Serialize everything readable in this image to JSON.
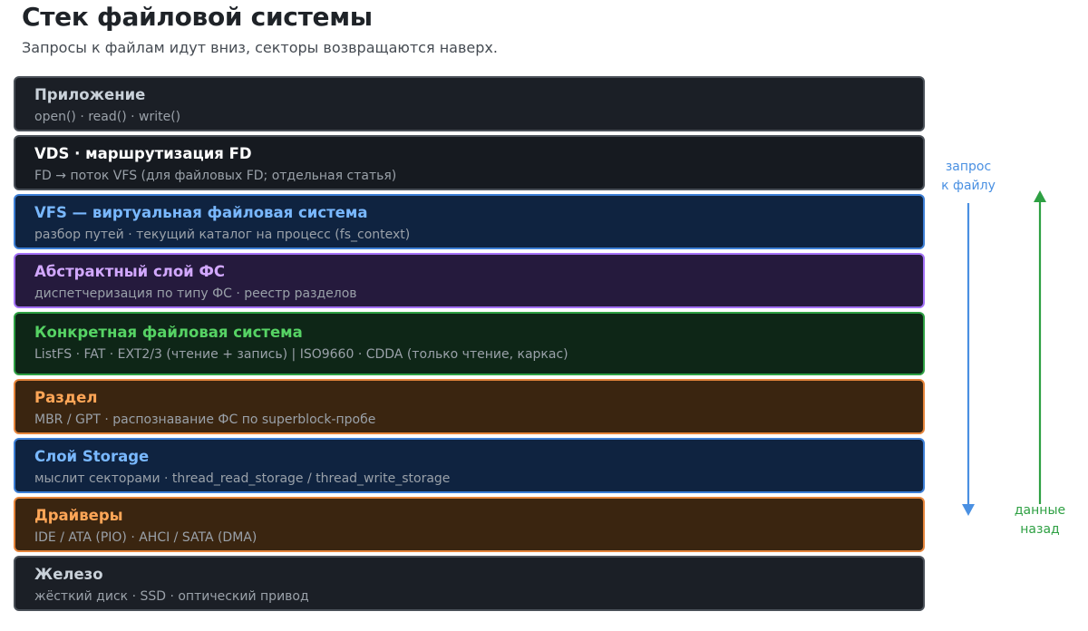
{
  "header": {
    "title": "Стек файловой системы",
    "subtitle": "Запросы к файлам идут вниз, секторы возвращаются наверх."
  },
  "layers": [
    {
      "title": "Приложение",
      "desc": "open() · read() · write()",
      "title_color": "#c9d1d9",
      "bg": "#1b1f26",
      "border": "#4a5058"
    },
    {
      "title": "VDS · маршрутизация FD",
      "desc": "FD → поток VFS (для файловых FD; отдельная статья)",
      "title_color": "#ffffff",
      "bg": "#161a20",
      "border": "#4a5058"
    },
    {
      "title": "VFS — виртуальная файловая система",
      "desc": "разбор путей · текущий каталог на процесс (fs_context)",
      "title_color": "#79b8ff",
      "bg": "#0f2340",
      "border": "#3d7fd6"
    },
    {
      "title": "Абстрактный слой ФС",
      "desc": "диспетчеризация по типу ФС · реестр разделов",
      "title_color": "#d2a8ff",
      "bg": "#251a3d",
      "border": "#a371f7"
    },
    {
      "title": "Конкретная файловая система",
      "desc": "ListFS · FAT · EXT2/3 (чтение + запись) | ISO9660 · CDDA (только чтение, каркас)",
      "title_color": "#56d364",
      "bg": "#0e2617",
      "border": "#2ea043",
      "tall": true
    },
    {
      "title": "Раздел",
      "desc": "MBR / GPT · распознавание ФС по superblock-пробе",
      "title_color": "#ffa657",
      "bg": "#3a2510",
      "border": "#e5843a"
    },
    {
      "title": "Слой Storage",
      "desc": "мыслит секторами · thread_read_storage / thread_write_storage",
      "title_color": "#79b8ff",
      "bg": "#0f2340",
      "border": "#3d7fd6"
    },
    {
      "title": "Драйверы",
      "desc": "IDE / ATA (PIO) · AHCI / SATA (DMA)",
      "title_color": "#ffa657",
      "bg": "#3a2510",
      "border": "#e5843a"
    },
    {
      "title": "Железо",
      "desc": "жёсткий диск · SSD · оптический привод",
      "title_color": "#c9d1d9",
      "bg": "#1b1f26",
      "border": "#4a5058"
    }
  ],
  "flow": {
    "request_label_line1": "запрос",
    "request_label_line2": "к файлу",
    "request_color": "#4a90e2",
    "return_label_line1": "данные",
    "return_label_line2": "назад",
    "return_color": "#2ea043"
  }
}
